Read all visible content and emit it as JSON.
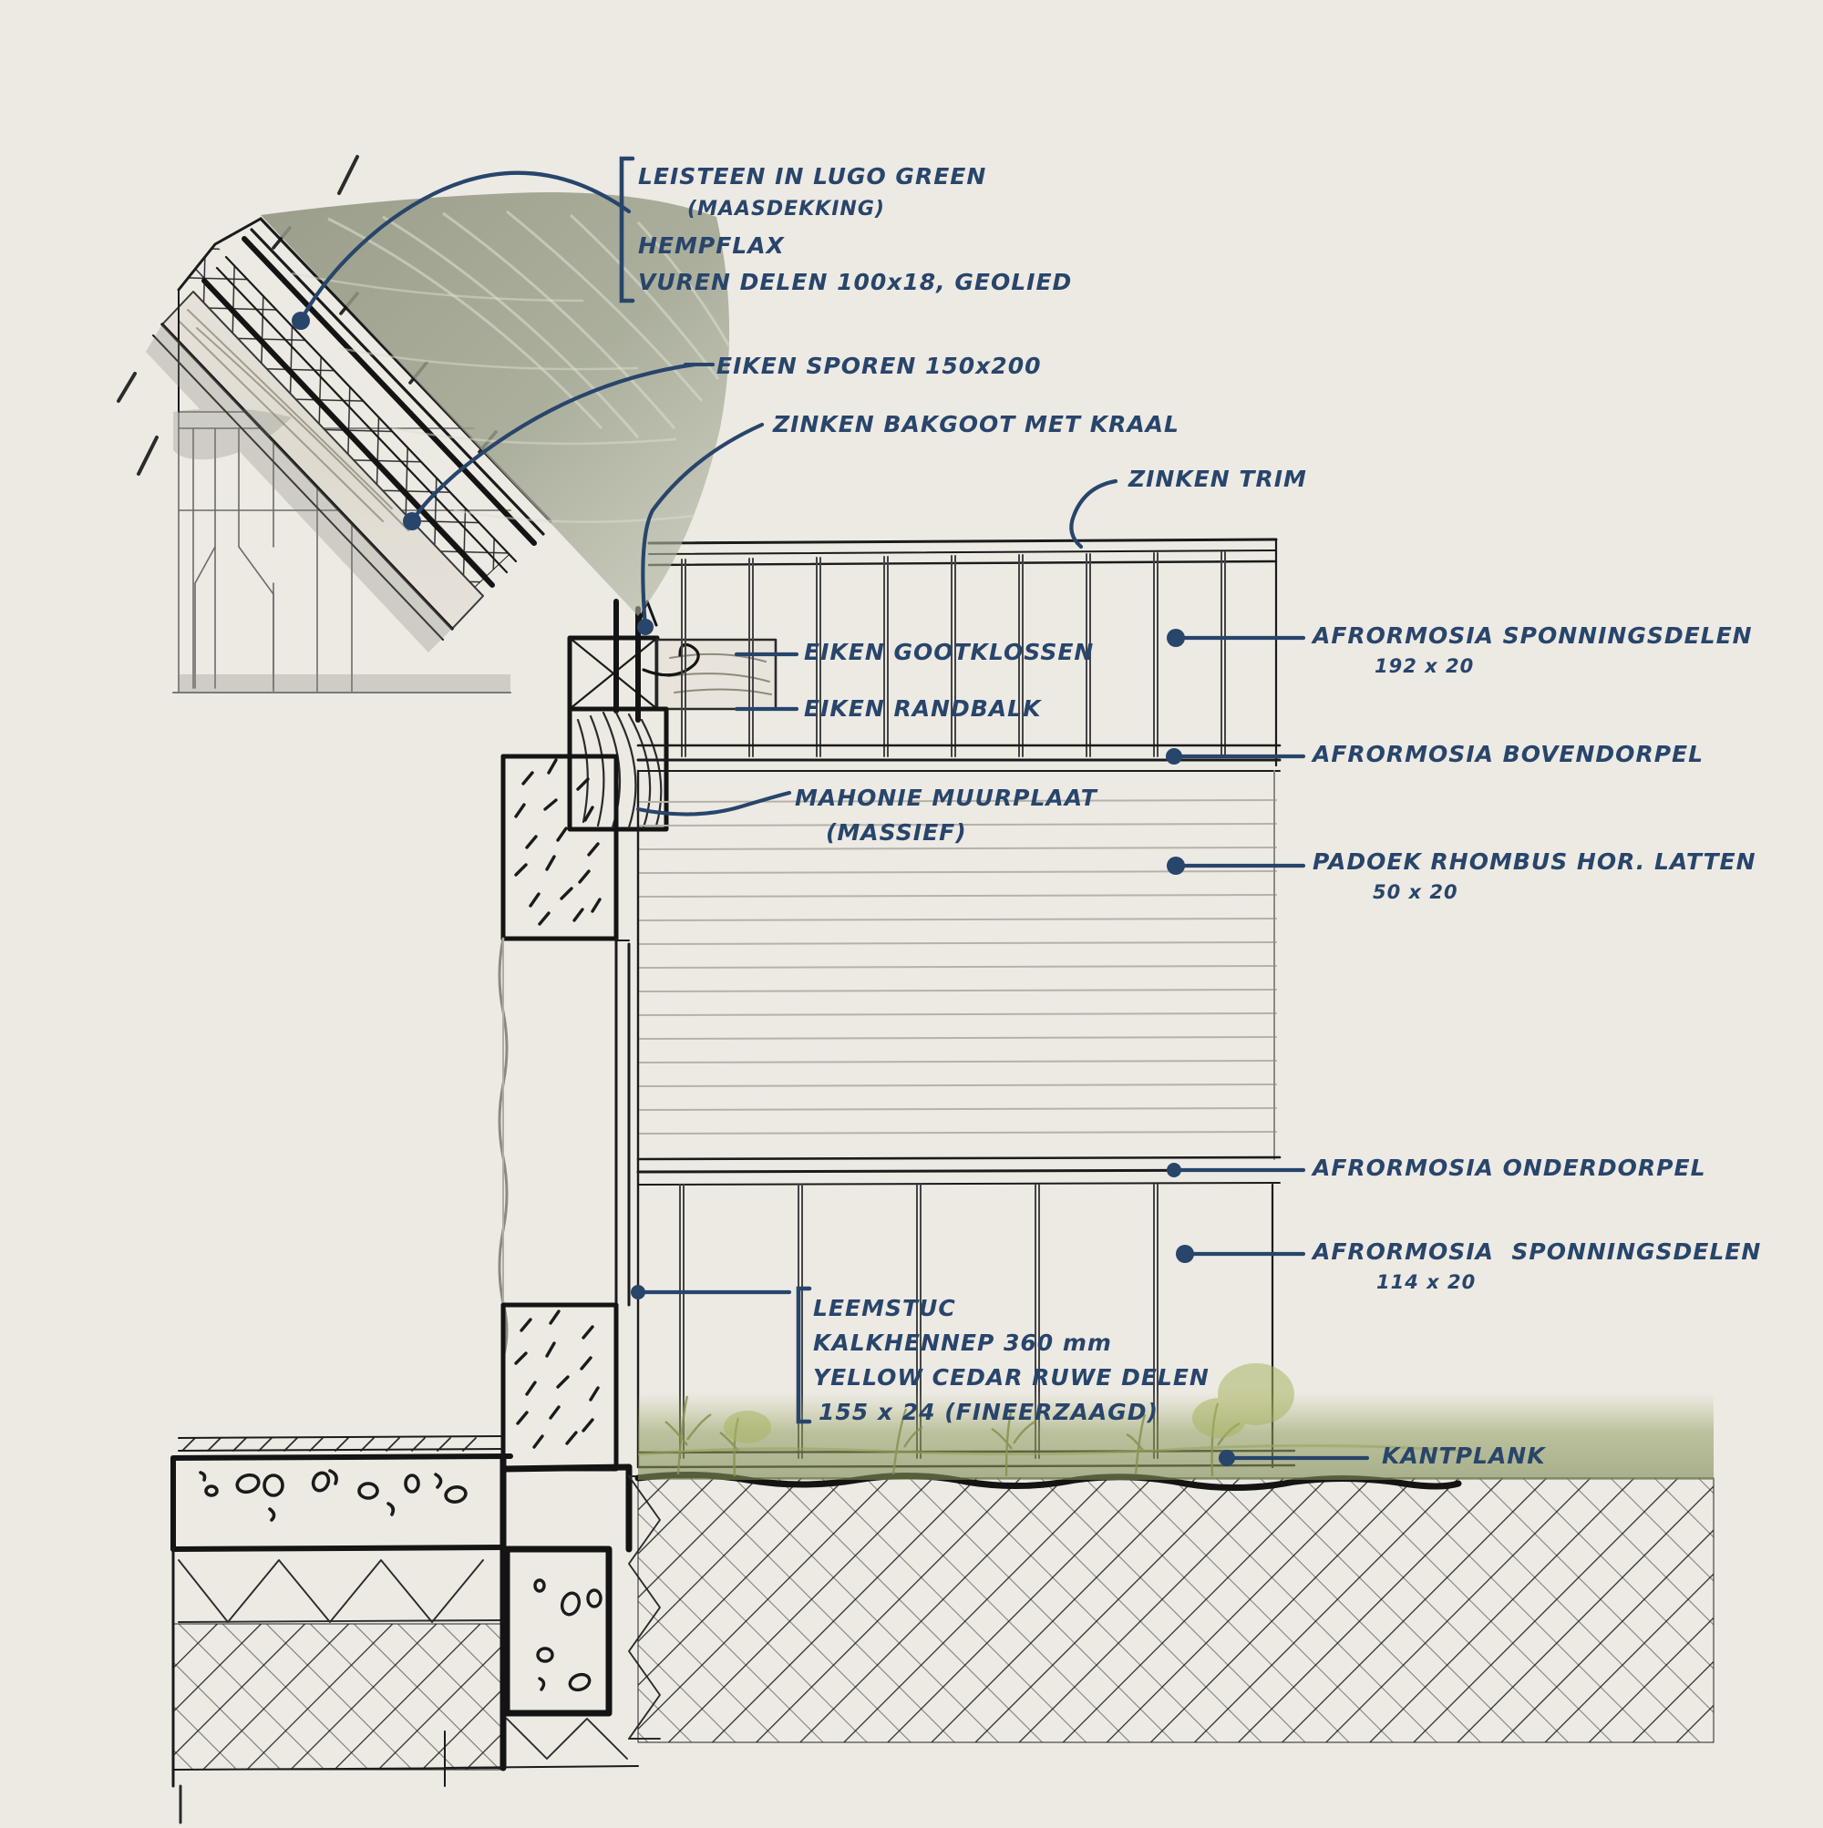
{
  "drawing": {
    "title": "Verticale doorsnede dakrand / gevel / fundering",
    "ink_color": "#28456b",
    "line_color": "#1b1b1b",
    "paper_color": "#edeae4",
    "slate_color": "#8d917c",
    "grass_color": "#9aa45f"
  },
  "annotations": {
    "roof_stack": {
      "name": "roof-buildup-note",
      "lines": [
        "LEISTEEN IN LUGO GREEN",
        "(MAASDEKKING)",
        "HEMPFLAX",
        "VUREN DELEN 100x18, GEOLIED"
      ]
    },
    "rafters": {
      "name": "oak-rafters",
      "text": "EIKEN SPOREN 150x200"
    },
    "gutter": {
      "name": "zinc-gutter",
      "text": "ZINKEN BAKGOOT MET KRAAL"
    },
    "zinc_trim": {
      "name": "zinc-trim",
      "text": "ZINKEN TRIM"
    },
    "gutter_brackets": {
      "name": "oak-gutter-brackets",
      "text": "EIKEN GOOTKLOSSEN"
    },
    "edge_beam": {
      "name": "oak-edge-beam",
      "text": "EIKEN RANDBALK"
    },
    "wall_plate": {
      "name": "mahogany-wall-plate",
      "line1": "MAHONIE MUURPLAAT",
      "line2": "(MASSIEF)"
    },
    "upper_panels": {
      "name": "afrormosia-rebated-boards-upper",
      "line1": "AFRORMOSIA SPONNINGSDELEN",
      "line2": "192 x 20"
    },
    "top_rail": {
      "name": "afrormosia-top-rail",
      "text": "AFRORMOSIA BOVENDORPEL"
    },
    "battens": {
      "name": "padouk-rhombus-battens",
      "line1": "PADOEK RHOMBUS HOR. LATTEN",
      "line2": "50 x 20"
    },
    "bottom_rail": {
      "name": "afrormosia-bottom-rail",
      "text": "AFRORMOSIA ONDERDORPEL"
    },
    "lower_panels": {
      "name": "afrormosia-rebated-boards-lower",
      "line1": "AFRORMOSIA  SPONNINGSDELEN",
      "line2": "114 x 20"
    },
    "wall_stack": {
      "name": "wall-buildup-note",
      "lines": [
        "LEEMSTUC",
        "KALKHENNEP 360 mm",
        "YELLOW CEDAR RUWE DELEN",
        "155 x 24 (FINEERZAAGD)"
      ]
    },
    "skirting": {
      "name": "skirting-board",
      "text": "KANTPLANK"
    }
  }
}
